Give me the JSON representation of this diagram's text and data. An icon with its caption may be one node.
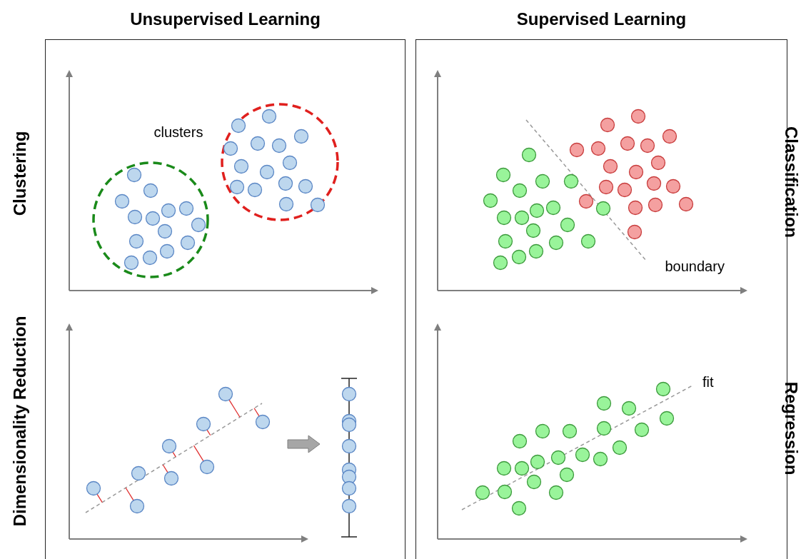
{
  "diagram": {
    "nodes": [
      {
        "text": [
          "Unsupervised Learning"
        ]
      },
      {
        "text": [
          "Supervised Learning"
        ]
      }
    ],
    "labels": [
      "Clustering",
      "clusters",
      "Classification",
      "boundary",
      "Dimensionality Reduction",
      "fit",
      "Regression"
    ]
  }
}
